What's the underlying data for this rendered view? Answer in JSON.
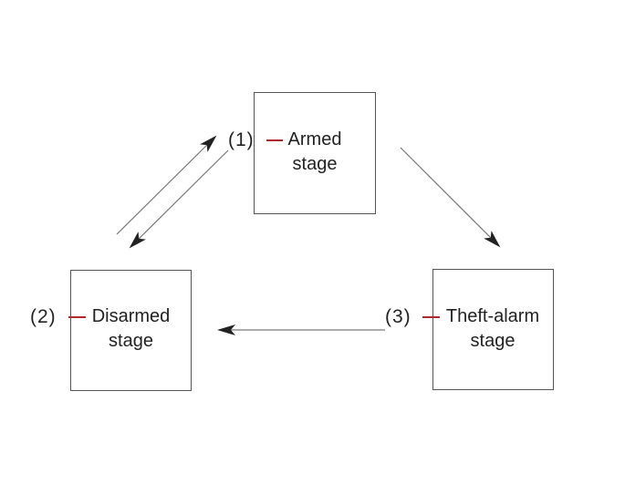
{
  "diagram": {
    "stages": [
      {
        "id": "armed",
        "number": "(1)",
        "line1": "Armed",
        "line2": "stage"
      },
      {
        "id": "disarmed",
        "number": "(2)",
        "line1": "Disarmed",
        "line2": "stage"
      },
      {
        "id": "theft-alarm",
        "number": "(3)",
        "line1": "Theft-alarm",
        "line2": "stage"
      }
    ],
    "transitions": [
      {
        "from": "disarmed",
        "to": "armed"
      },
      {
        "from": "armed",
        "to": "disarmed"
      },
      {
        "from": "armed",
        "to": "theft-alarm"
      },
      {
        "from": "theft-alarm",
        "to": "disarmed"
      }
    ],
    "colors": {
      "connector": "#b0282a",
      "arrow": "#222222",
      "line": "#777777",
      "box_border": "#555555"
    }
  }
}
